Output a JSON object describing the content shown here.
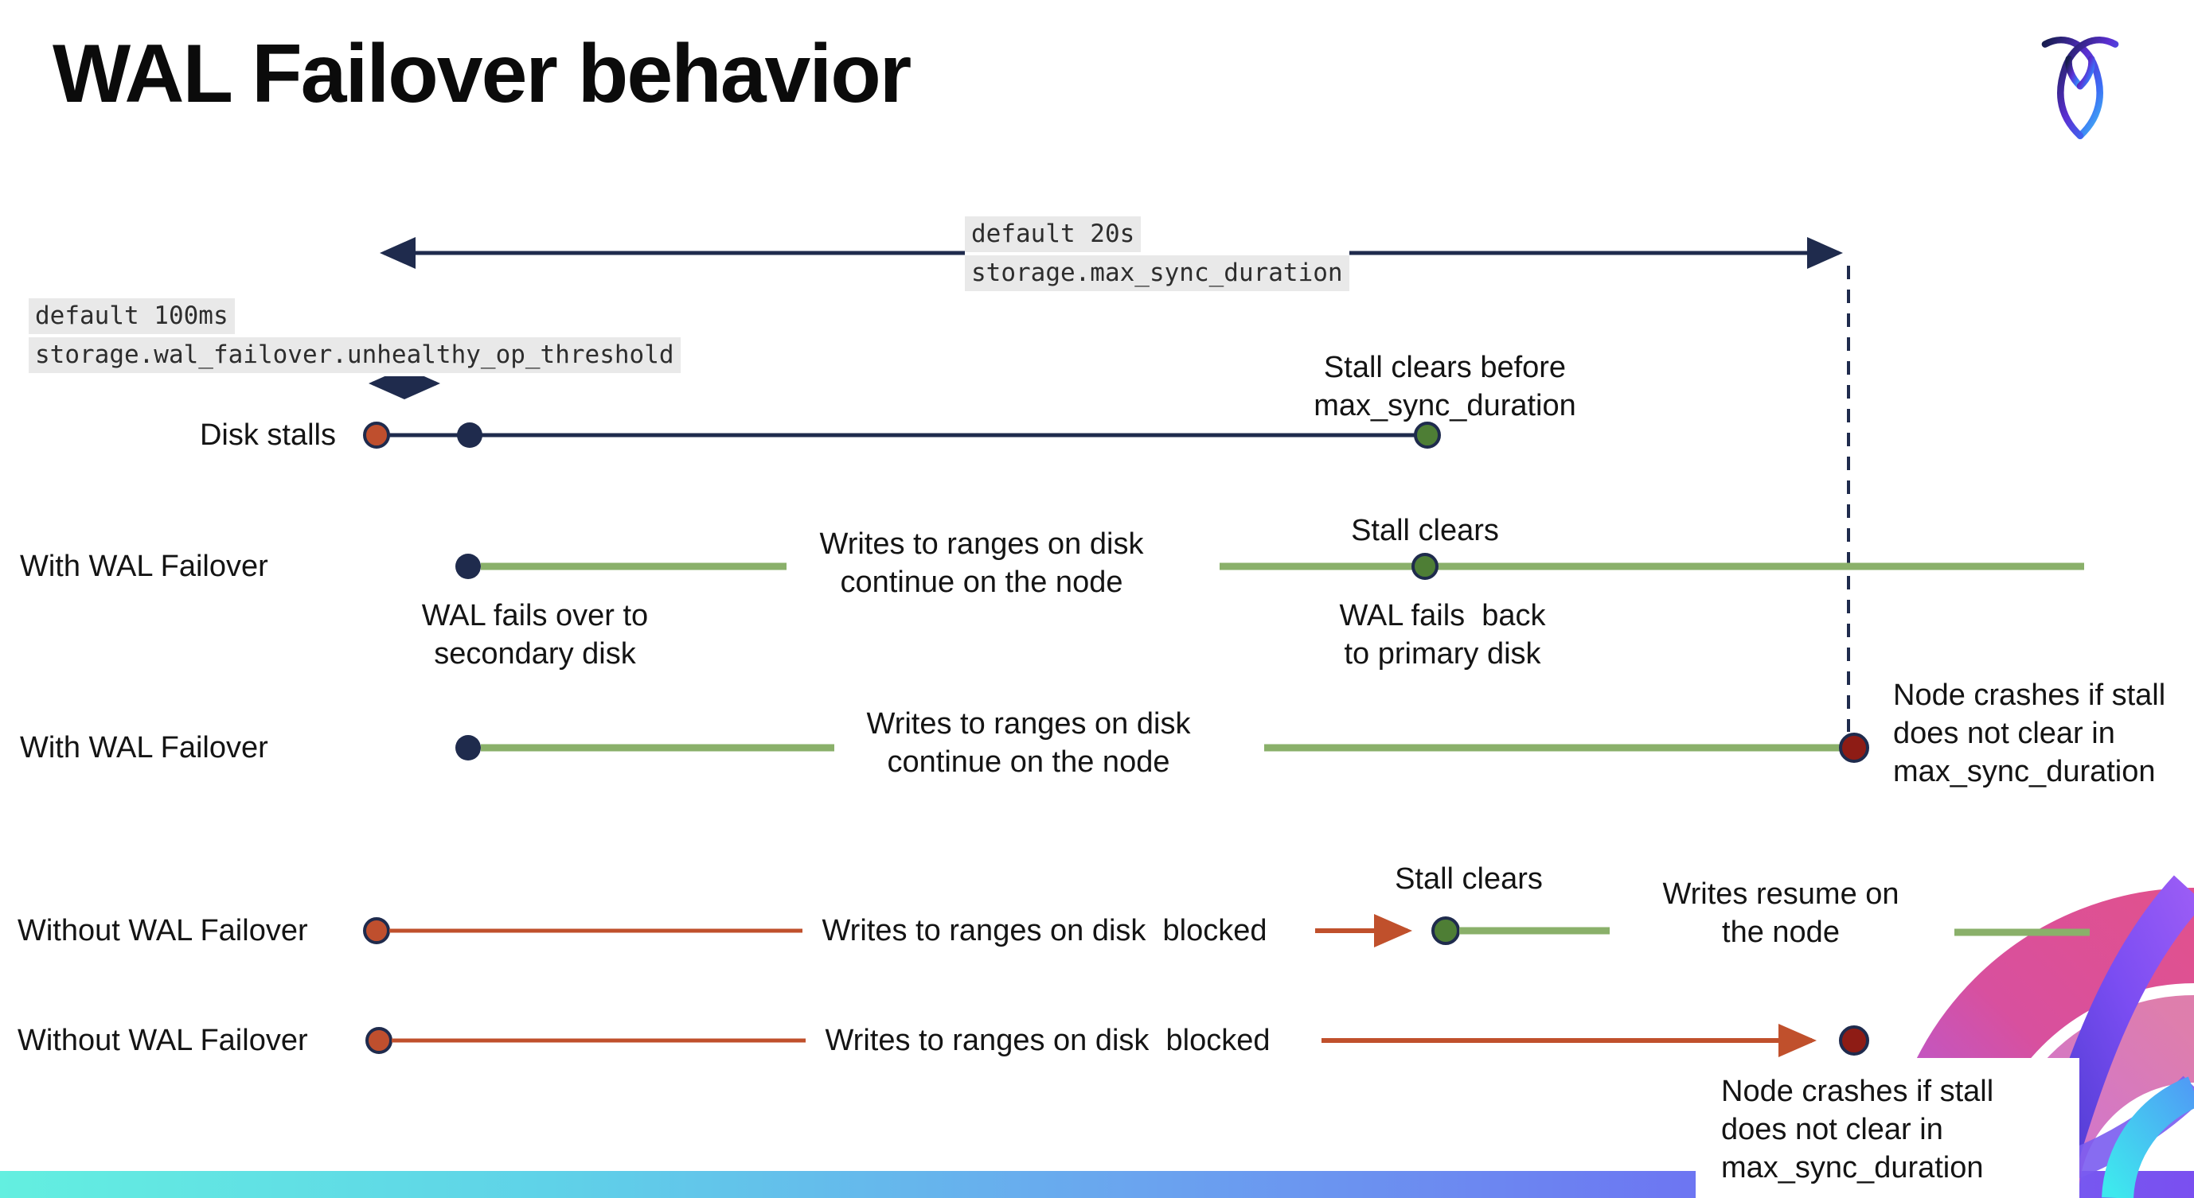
{
  "title": "WAL Failover behavior",
  "config_labels": {
    "max_sync_default": "default 20s",
    "max_sync_setting": "storage.max_sync_duration",
    "threshold_default": "default 100ms",
    "threshold_setting": "storage.wal_failover.unhealthy_op_threshold"
  },
  "row_labels": {
    "disk_stalls": "Disk stalls",
    "with_wal_failover_1": "With WAL Failover",
    "with_wal_failover_2": "With WAL Failover",
    "without_wal_failover_1": "Without WAL Failover",
    "without_wal_failover_2": "Without WAL Failover"
  },
  "annotations": {
    "stall_clears_before": "Stall clears before\nmax_sync_duration",
    "writes_continue_1": "Writes to ranges on disk\ncontinue on the node",
    "stall_clears_1": "Stall clears",
    "wal_fails_over": "WAL fails over to\nsecondary disk",
    "wal_fails_back": "WAL fails  back\nto primary disk",
    "writes_continue_2": "Writes to ranges on disk\ncontinue on the node",
    "node_crashes_1": "Node crashes if stall\ndoes not clear in\nmax_sync_duration",
    "writes_blocked_1": "Writes to ranges on disk  blocked",
    "stall_clears_2": "Stall clears",
    "writes_resume": "Writes resume on\nthe node",
    "writes_blocked_2": "Writes to ranges on disk  blocked",
    "node_crashes_2": "Node crashes if stall\ndoes not clear in\nmax_sync_duration"
  },
  "colors": {
    "navy": "#1f2b4d",
    "timeline_green": "#8ab06a",
    "marker_green": "#4e7e35",
    "timeline_red": "#c0502c",
    "marker_red": "#bf4f2e",
    "marker_crash_red": "#8e1c15",
    "code_label_bg": "#e9e9e9",
    "footer_gradient": [
      "#63efe0",
      "#6aa4ef",
      "#7a4ff0"
    ]
  }
}
